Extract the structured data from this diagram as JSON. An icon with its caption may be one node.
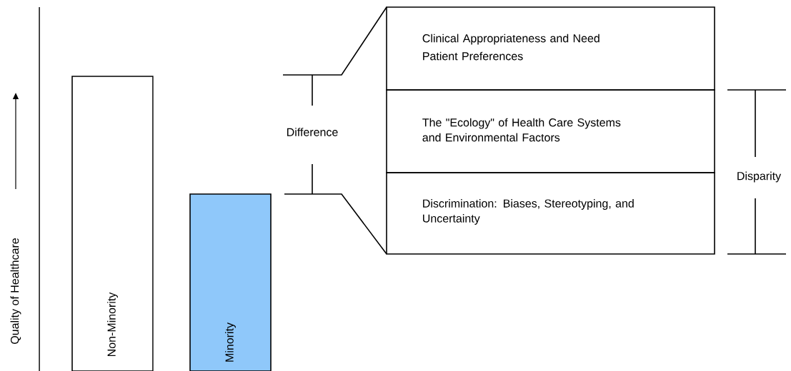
{
  "diagram": {
    "nodes": [
      {
        "text": [
          "Non-Minority"
        ]
      },
      {
        "text": [
          "Minority"
        ]
      },
      {
        "text": [
          "Clinical Appropriateness and Need",
          "Patient Preferences"
        ]
      },
      {
        "text": [
          "The \"Ecology\" of Health Care Systems and Environmental Factors"
        ]
      },
      {
        "text": [
          "Discrimination: Biases, Stereotyping, and Uncertainty"
        ]
      }
    ],
    "labels": [
      "Quality of Healthcare",
      "Difference",
      "Disparity"
    ]
  }
}
